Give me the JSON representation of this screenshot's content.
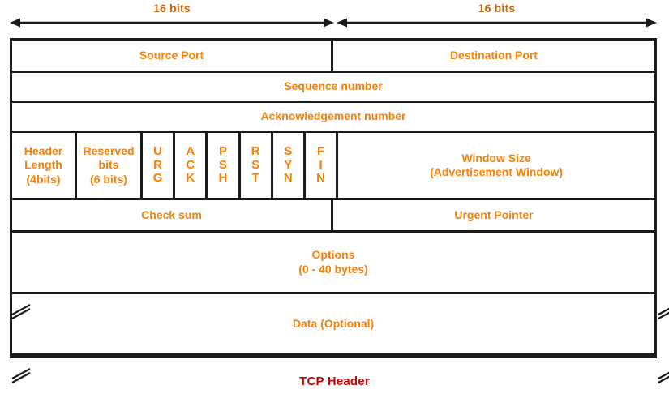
{
  "diagram": {
    "caption": "TCP Header",
    "caption_color": "#cc0000",
    "field_color": "#f7810a",
    "ruler_color": "#c4660d",
    "border_color": "#1a1a1a",
    "ruler": {
      "left_label": "16 bits",
      "right_label": "16 bits"
    },
    "rows": [
      {
        "name": "ports",
        "cells": [
          {
            "label": "Source Port"
          },
          {
            "label": "Destination Port"
          }
        ]
      },
      {
        "name": "sequence",
        "cells": [
          {
            "label": "Sequence number"
          }
        ]
      },
      {
        "name": "acknowledgement",
        "cells": [
          {
            "label": "Acknowledgement number"
          }
        ]
      },
      {
        "name": "flags",
        "cells": [
          {
            "label_line1": "Header",
            "label_line2": "Length",
            "label_line3": "(4bits)"
          },
          {
            "label_line1": "Reserved",
            "label_line2": "bits",
            "label_line3": "(6 bits)"
          },
          {
            "flag": "URG"
          },
          {
            "flag": "ACK"
          },
          {
            "flag": "PSH"
          },
          {
            "flag": "RST"
          },
          {
            "flag": "SYN"
          },
          {
            "flag": "FIN"
          },
          {
            "label_line1": "Window Size",
            "label_line2": "(Advertisement Window)"
          }
        ]
      },
      {
        "name": "checksum",
        "cells": [
          {
            "label": "Check sum"
          },
          {
            "label": "Urgent Pointer"
          }
        ]
      },
      {
        "name": "options",
        "cells": [
          {
            "label_line1": "Options",
            "label_line2": "(0 - 40 bytes)"
          }
        ]
      },
      {
        "name": "data",
        "cells": [
          {
            "label": "Data (Optional)"
          }
        ]
      }
    ],
    "fields": {
      "source_port": "Source Port",
      "destination_port": "Destination Port",
      "sequence_number": "Sequence number",
      "acknowledgement_number": "Acknowledgement number",
      "header_length_l1": "Header",
      "header_length_l2": "Length",
      "header_length_l3": "(4bits)",
      "reserved_l1": "Reserved",
      "reserved_l2": "bits",
      "reserved_l3": "(6 bits)",
      "flag_urg": "URG",
      "flag_ack": "ACK",
      "flag_psh": "PSH",
      "flag_rst": "RST",
      "flag_syn": "SYN",
      "flag_fin": "FIN",
      "window_size_l1": "Window Size",
      "window_size_l2": "(Advertisement Window)",
      "check_sum": "Check sum",
      "urgent_pointer": "Urgent Pointer",
      "options_l1": "Options",
      "options_l2": "(0 - 40 bytes)",
      "data_optional": "Data (Optional)"
    }
  }
}
